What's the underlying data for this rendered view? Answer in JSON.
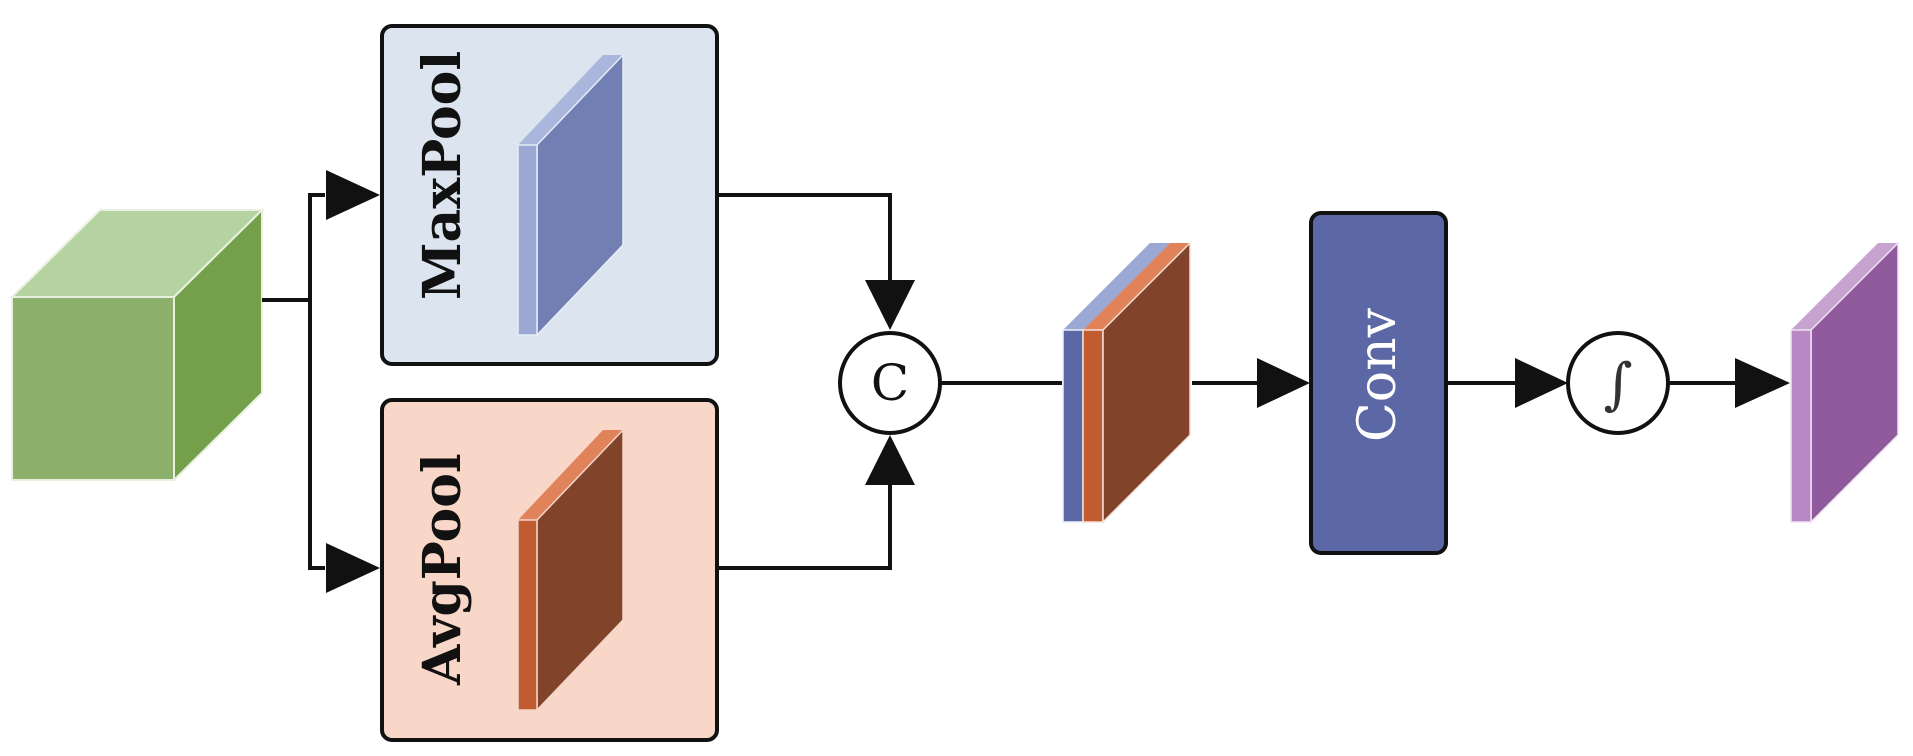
{
  "labels": {
    "maxpool": "MaxPool",
    "avgpool": "AvgPool",
    "concat_symbol": "C",
    "conv": "Conv",
    "sigmoid_symbol": "∫"
  },
  "colors": {
    "input_cube_front": "#8db06c",
    "input_cube_top": "#b5d3a0",
    "input_cube_side": "#74a04c",
    "maxpool_box_fill": "#dbe4ef",
    "avgpool_box_fill": "#f8d7c8",
    "blue_slab_front": "#717fb3",
    "blue_slab_edge": "#aab6db",
    "brown_slab_front": "#82432b",
    "orange_slab_edge": "#c15b30",
    "conv_box_fill": "#5b68a5",
    "conv_text": "#ffffff",
    "output_slab_front": "#905b9c",
    "output_slab_edge": "#c7a3d0",
    "line": "#111111"
  },
  "icons": [
    "concat-circle-icon",
    "sigmoid-circle-icon",
    "arrowhead-icon"
  ]
}
